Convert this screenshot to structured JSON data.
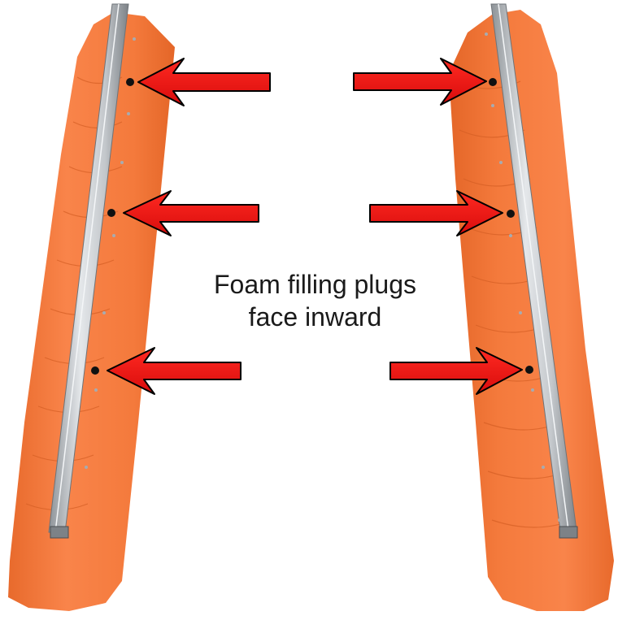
{
  "caption": {
    "line1": "Foam filling plugs",
    "line2": "face inward"
  },
  "colors": {
    "pontoon_orange": "#f47a3c",
    "pontoon_shadow": "#e0682c",
    "rail_silver": "#b8bcc0",
    "arrow_red": "#ee1111",
    "arrow_outline": "#000000",
    "plug_black": "#111111"
  },
  "plugs_per_pontoon": 3,
  "icons": [
    "arrow-left-icon",
    "arrow-right-icon",
    "plug-icon"
  ]
}
